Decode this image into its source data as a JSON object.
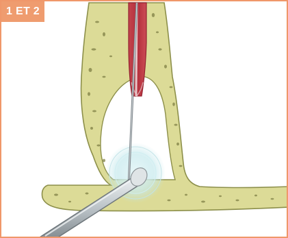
{
  "badge": {
    "label": "1 ET 2"
  },
  "colors": {
    "frame": "#f0976a",
    "badge": "#ef9c6f",
    "bone_fill": "#dcdb97",
    "bone_outline": "#8c8f4a",
    "bone_pores": "#7f8045",
    "ligament": "#c83f48",
    "ligament_dark": "#92202e",
    "instrument": "#a9b1b6",
    "glow": "#bfe6ea"
  },
  "icons": [
    "bone-structure",
    "root-canal",
    "needle",
    "probe-instrument"
  ]
}
